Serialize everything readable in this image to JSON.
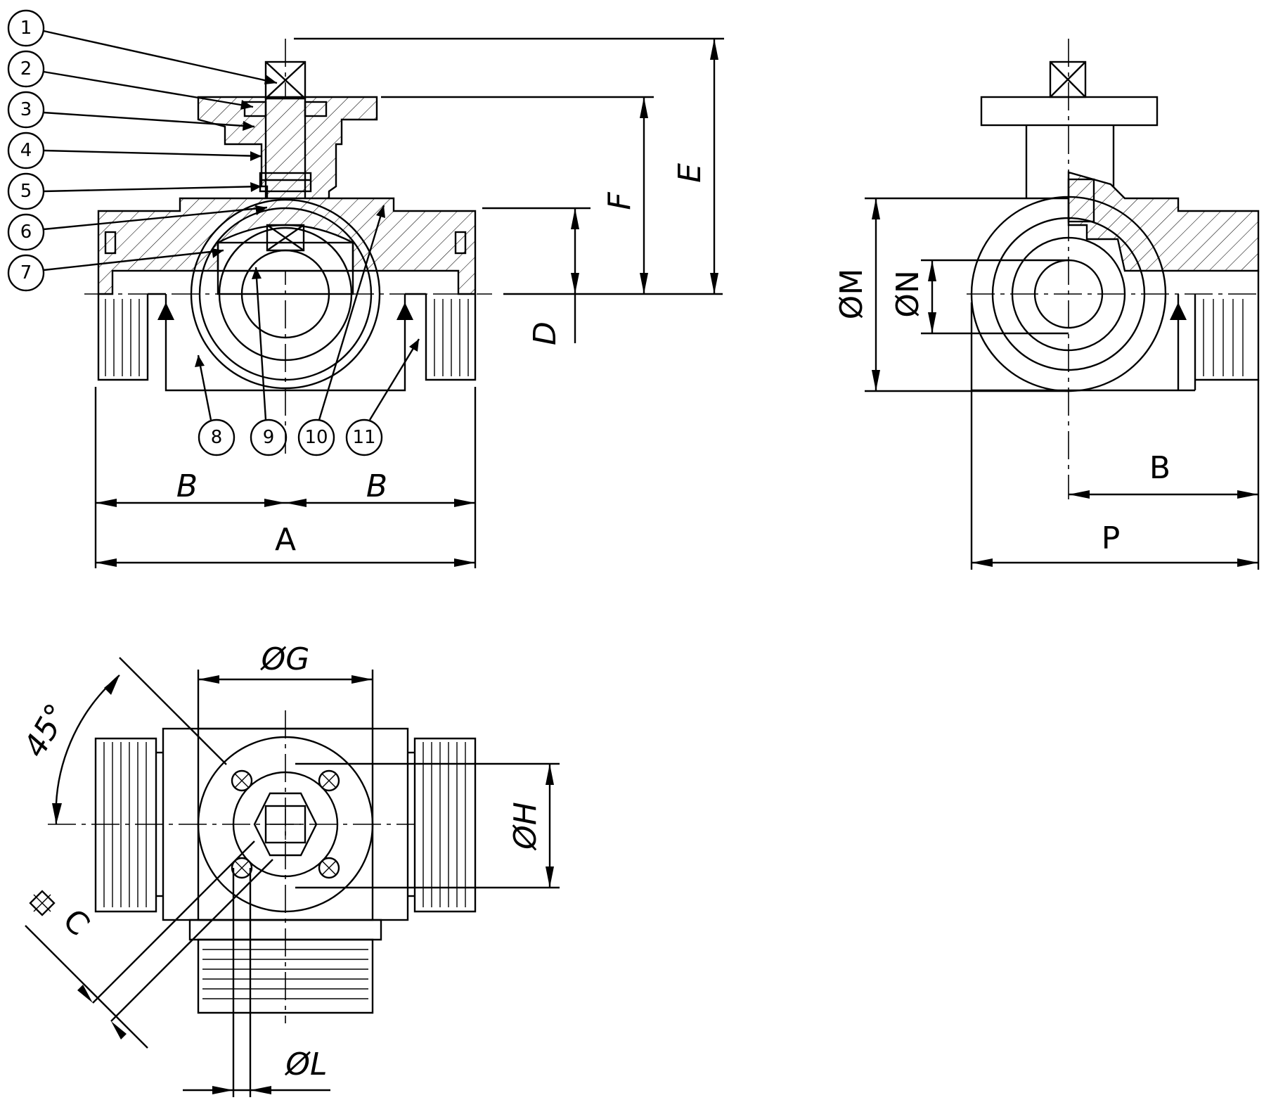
{
  "balloons": [
    "1",
    "2",
    "3",
    "4",
    "5",
    "6",
    "7",
    "8",
    "9",
    "10",
    "11"
  ],
  "dimensions": {
    "front": {
      "B_left": "B",
      "B_right": "B",
      "A": "A",
      "D": "D",
      "F": "F",
      "E": "E"
    },
    "side": {
      "M": "ØM",
      "N": "ØN",
      "B": "B",
      "P": "P"
    },
    "top": {
      "G": "ØG",
      "H": "ØH",
      "L": "ØL",
      "angle": "45°",
      "C": "C"
    }
  },
  "colors": {
    "line": "#000000",
    "background": "#ffffff"
  }
}
